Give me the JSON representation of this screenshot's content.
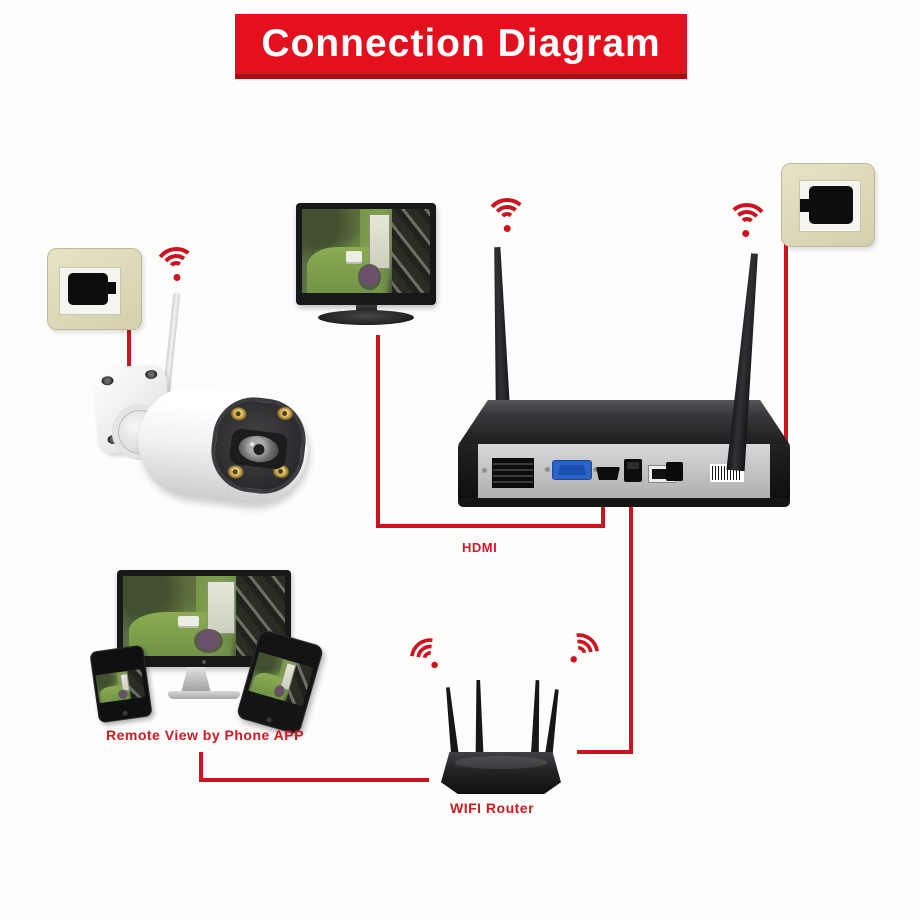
{
  "banner": {
    "title": "Connection Diagram"
  },
  "labels": {
    "hdmi": "HDMI",
    "remote_view": "Remote View by Phone APP",
    "wifi_router": "WIFI Router"
  },
  "icons": {
    "wifi": "wifi-signal-arcs",
    "power_plug": "black-power-plug-in-wall-outlet"
  },
  "colors": {
    "banner_red": "#e5101e",
    "cable_red": "#cf1220",
    "label_red": "#d21824",
    "outlet_beige": "#ddd9bb",
    "background": "#fdfdfb"
  }
}
